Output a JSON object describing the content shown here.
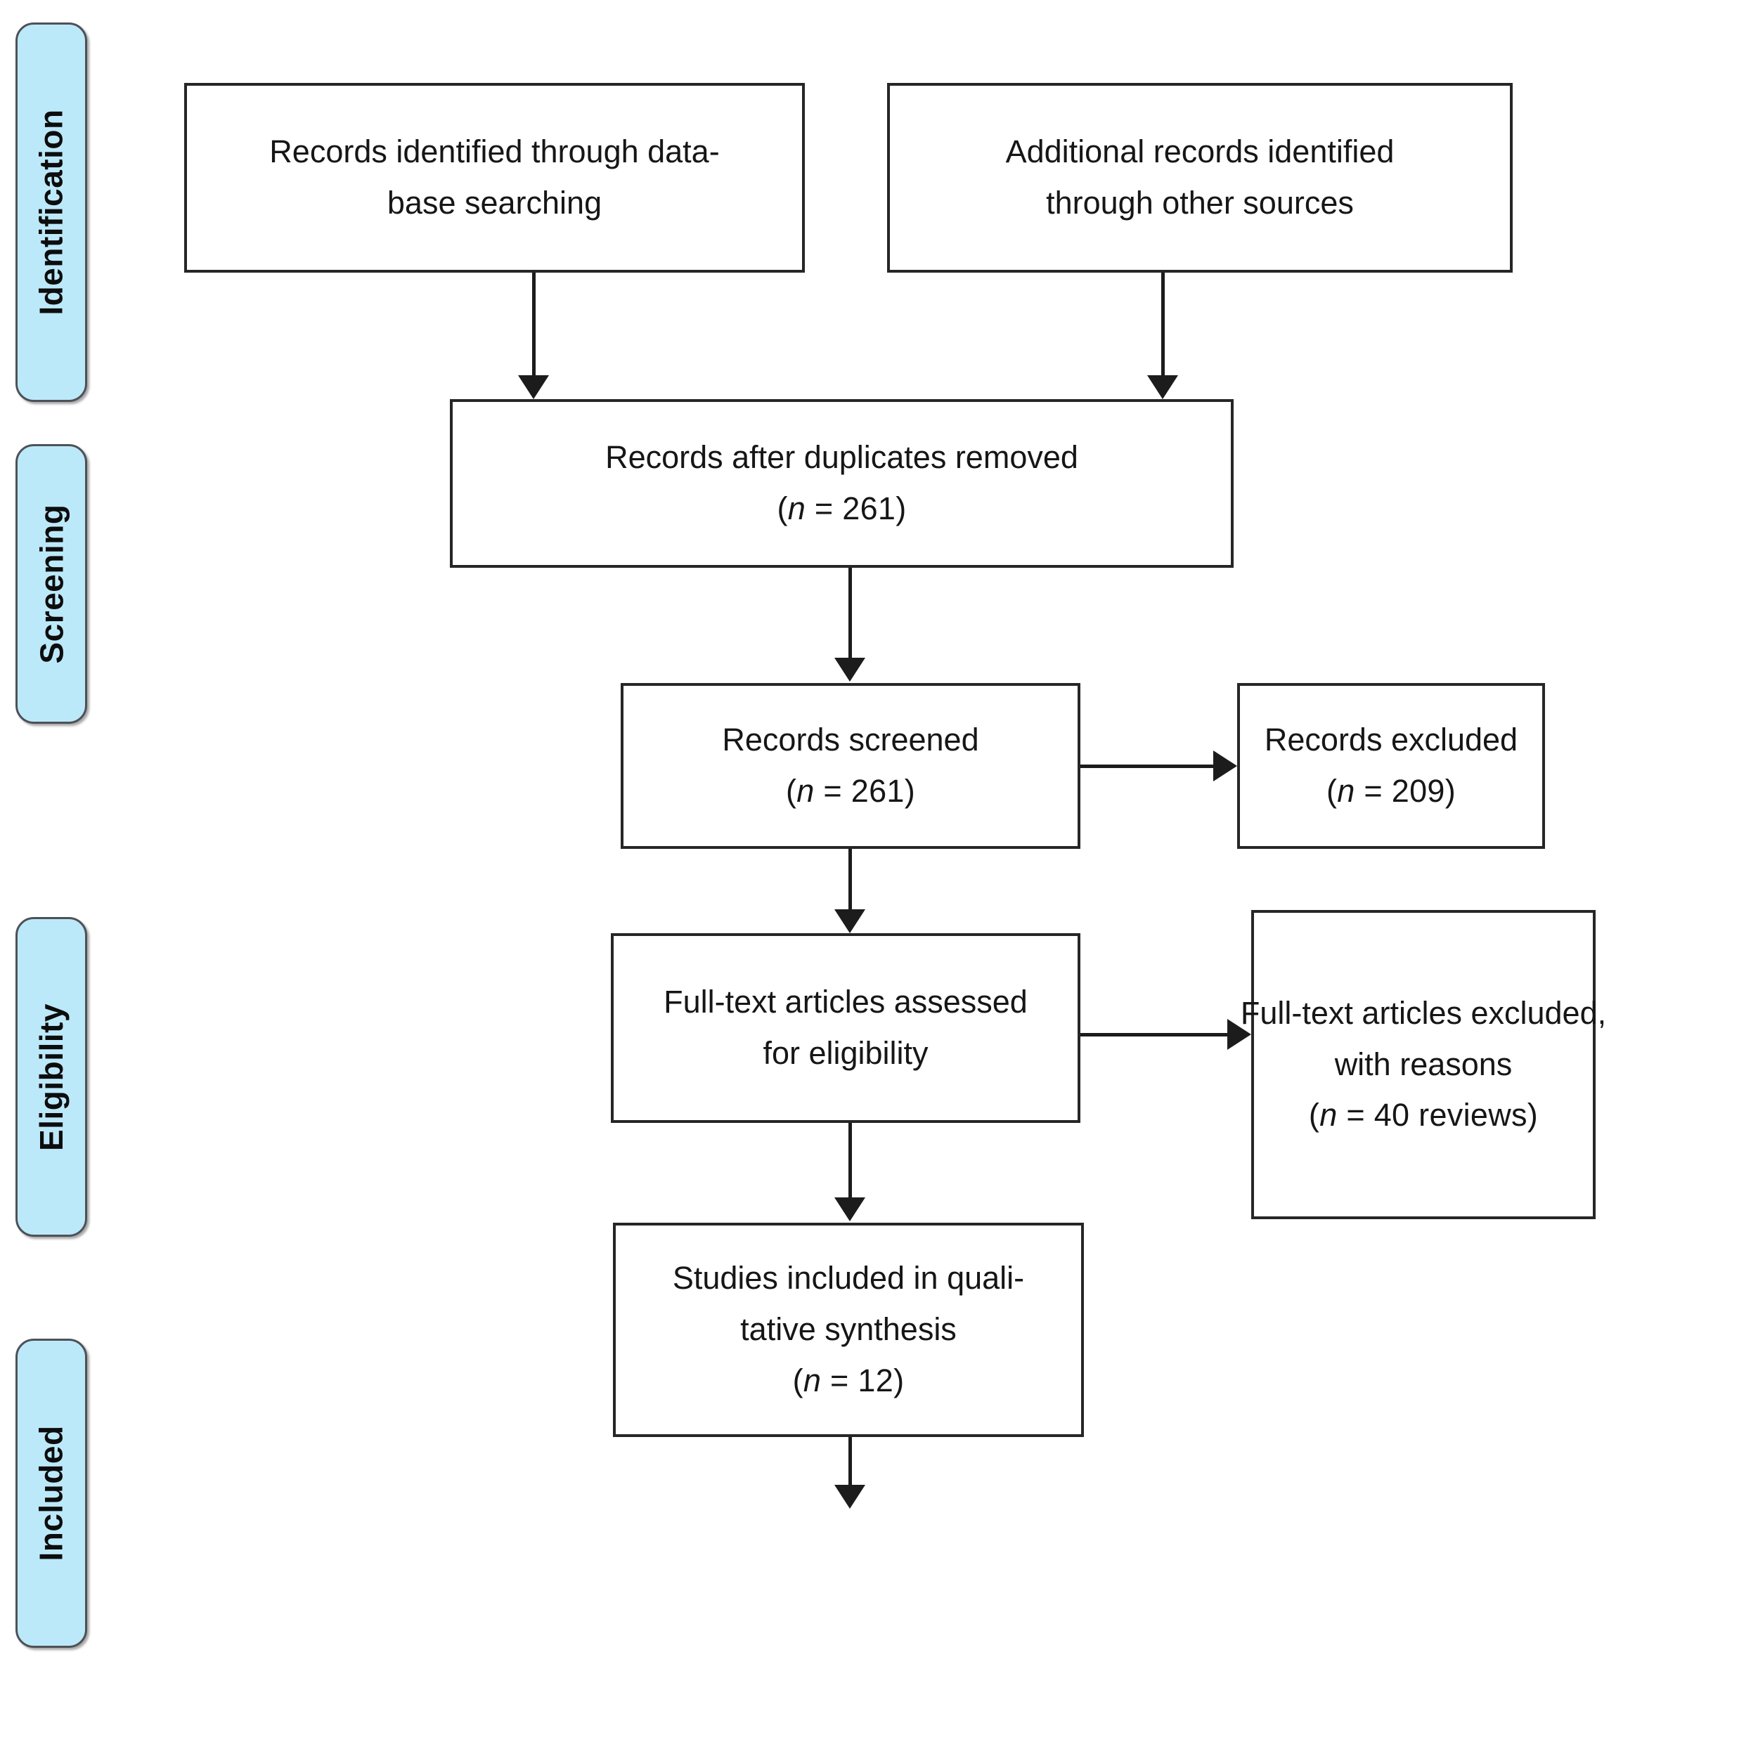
{
  "diagram": {
    "type": "prisma-flow-diagram",
    "title": "",
    "phases": [
      {
        "id": "identification",
        "label": "Identification"
      },
      {
        "id": "screening",
        "label": "Screening"
      },
      {
        "id": "eligibility",
        "label": "Eligibility"
      },
      {
        "id": "included",
        "label": "Included"
      }
    ],
    "accent_color": "#bce9fa",
    "border_color": "#262626",
    "text_color": "#161616",
    "boxes": {
      "database_search": {
        "lines": [
          "Records identified through data-",
          "base searching"
        ],
        "count_label": "",
        "count_value": ""
      },
      "other_sources": {
        "lines": [
          "Additional records identified",
          "through other sources"
        ],
        "count_label": "",
        "count_value": ""
      },
      "duplicates_removed": {
        "lines": [
          "Records after duplicates removed"
        ],
        "count_prefix": "(",
        "count_symbol": "n",
        "count_eq": " = ",
        "count_value": "261",
        "count_suffix": ")"
      },
      "records_screened": {
        "lines": [
          "Records screened"
        ],
        "count_prefix": "(",
        "count_symbol": "n",
        "count_eq": " = ",
        "count_value": "261",
        "count_suffix": ")"
      },
      "records_excluded": {
        "lines": [
          "Records excluded"
        ],
        "count_prefix": "(",
        "count_symbol": "n",
        "count_eq": " = ",
        "count_value": "209",
        "count_suffix": ")"
      },
      "fulltext_assessed": {
        "lines": [
          "Full-text articles assessed",
          "for eligibility"
        ],
        "count_prefix": "",
        "count_symbol": "",
        "count_eq": "",
        "count_value": "",
        "count_suffix": ""
      },
      "fulltext_excluded": {
        "lines": [
          "Full-text articles excluded,",
          "with reasons"
        ],
        "count_prefix": "(",
        "count_symbol": "n",
        "count_eq": " = ",
        "count_value": "40 reviews",
        "count_suffix": ")"
      },
      "qualitative_synthesis": {
        "lines": [
          "Studies included in quali-",
          "tative synthesis"
        ],
        "count_prefix": "(",
        "count_symbol": "n",
        "count_eq": " = ",
        "count_value": "12",
        "count_suffix": ")"
      }
    }
  }
}
